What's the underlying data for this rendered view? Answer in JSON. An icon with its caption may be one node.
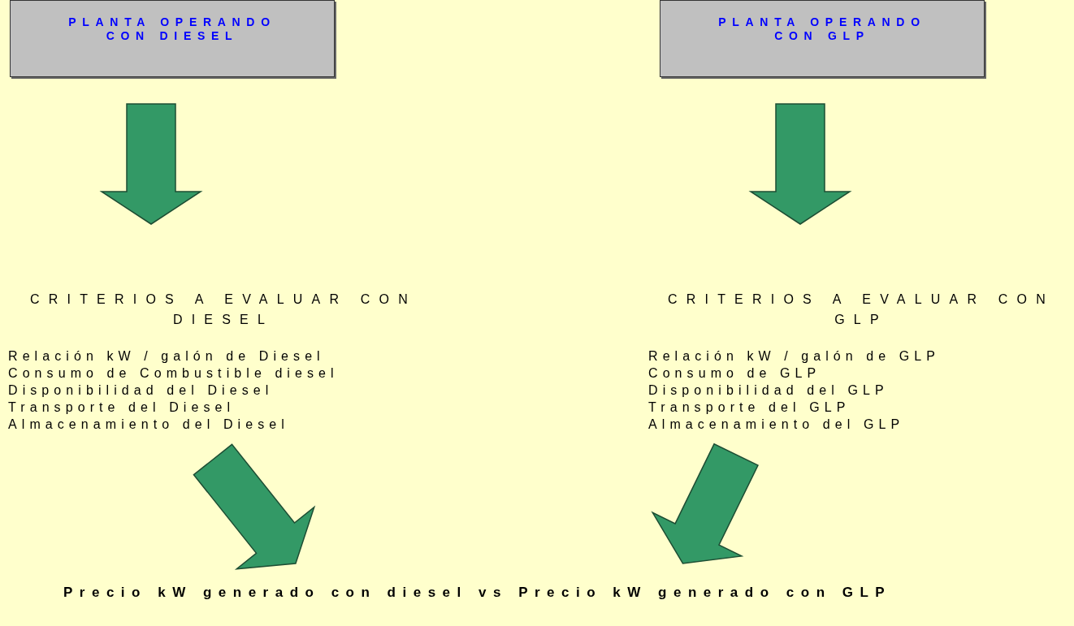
{
  "diagram": {
    "nodes": [
      {
        "text": [
          "PLANTA OPERANDO CON DIESEL"
        ]
      },
      {
        "text": [
          "PLANTA OPERANDO CON GLP"
        ]
      },
      {
        "text": [
          "CRITERIOS A EVALUAR CON DIESEL",
          "Relación kW / galón de Diesel",
          "Consumo de Combustible diesel",
          "Disponibilidad del Diesel",
          "Transporte del Diesel",
          "Almacenamiento del Diesel"
        ]
      },
      {
        "text": [
          "CRITERIOS A EVALUAR CON GLP",
          "Relación kW / galón de GLP",
          "Consumo de GLP",
          "Disponibilidad del GLP",
          "Transporte del GLP",
          "Almacenamiento del GLP"
        ]
      },
      {
        "text": [
          "Precio kW generado con diesel vs Precio kW generado con GLP"
        ]
      }
    ],
    "edges": [
      {
        "from": 0,
        "to": 2,
        "arrow": "to",
        "style": "thick"
      },
      {
        "from": 1,
        "to": 3,
        "arrow": "to",
        "style": "thick"
      },
      {
        "from": 2,
        "to": 4,
        "arrow": "to",
        "style": "thick"
      },
      {
        "from": 3,
        "to": 4,
        "arrow": "to",
        "style": "thick"
      }
    ]
  }
}
